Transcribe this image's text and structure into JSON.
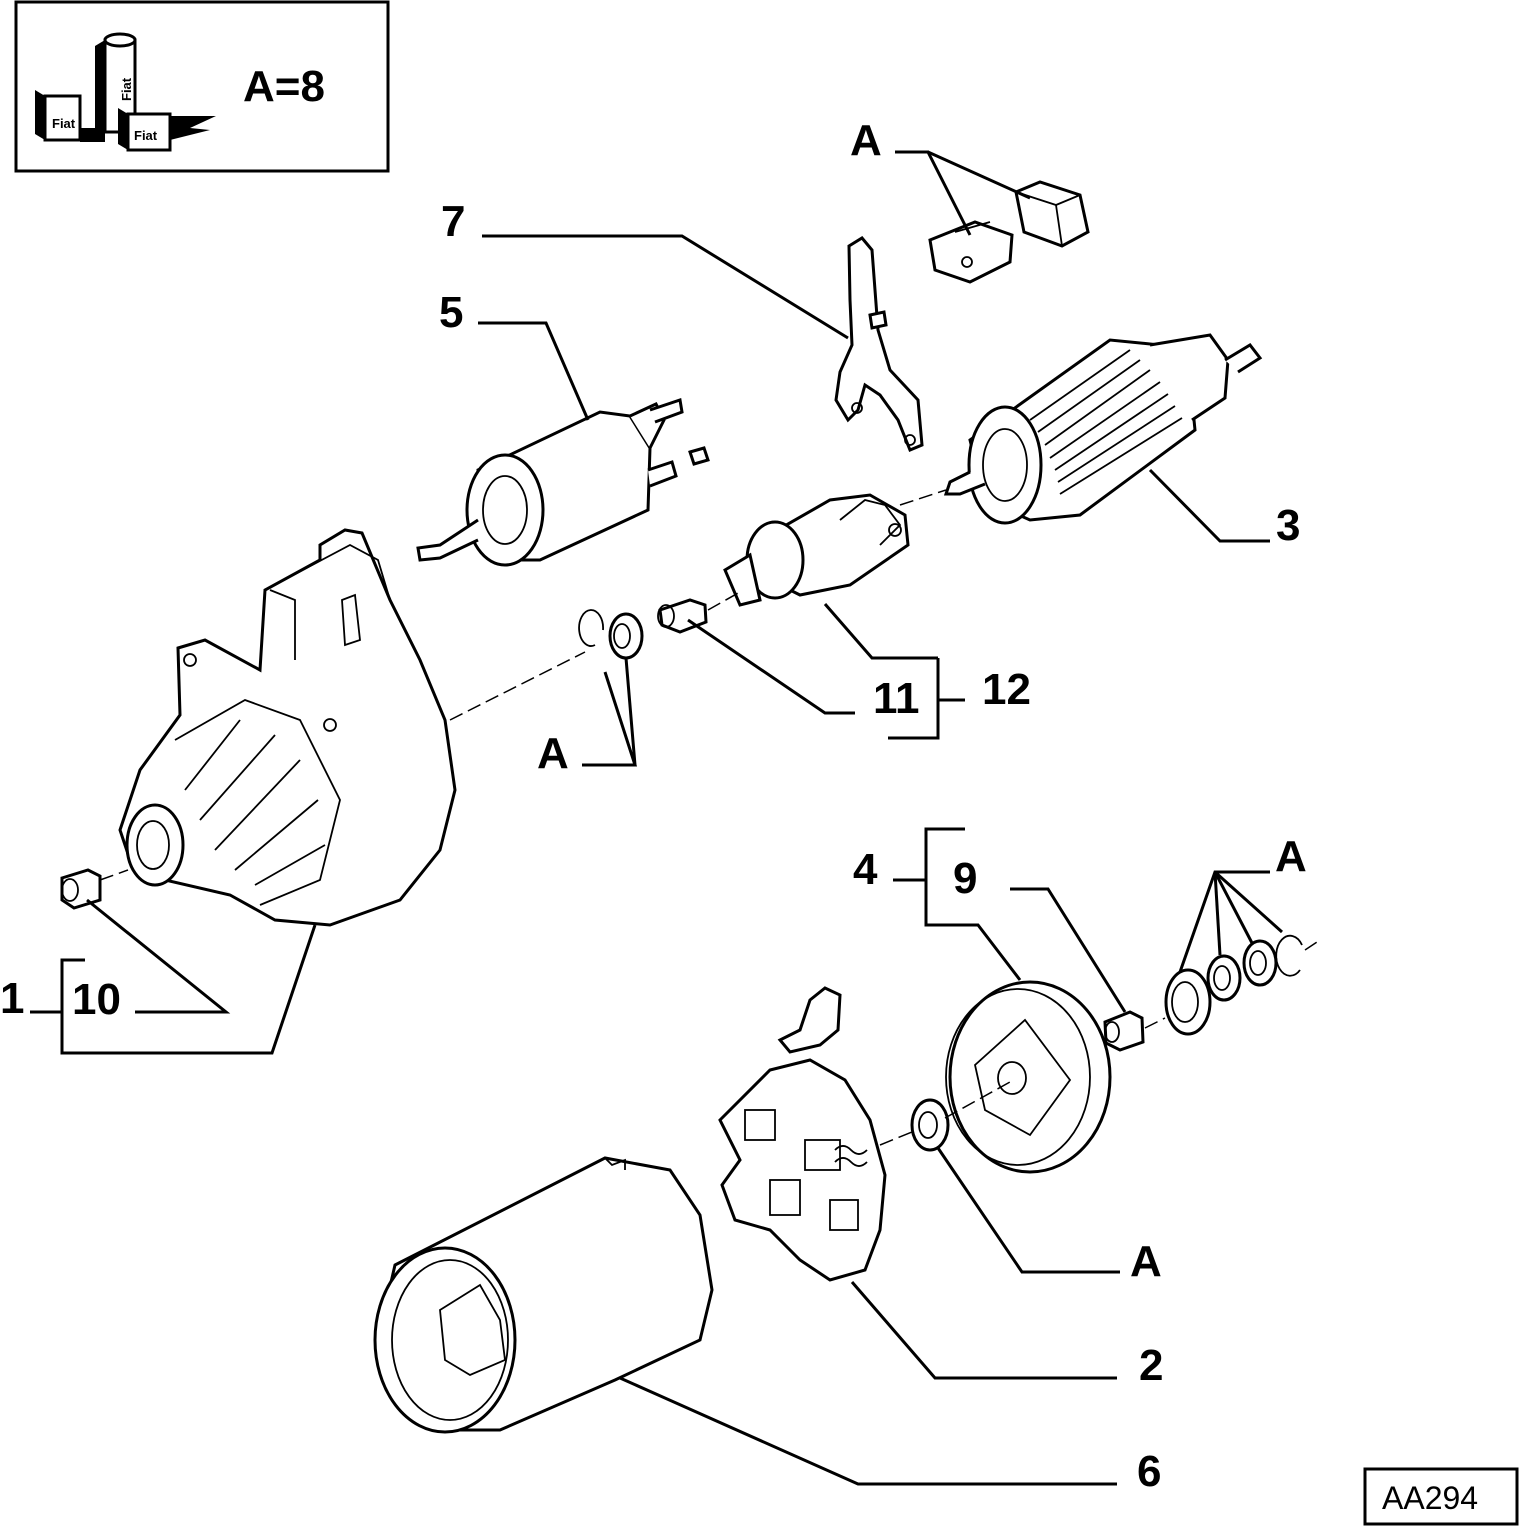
{
  "legend": {
    "formula": "A=8",
    "can_brand": "Fiat"
  },
  "callouts": {
    "a_top": "A",
    "a_mid": "A",
    "a_right": "A",
    "a_bottom": "A",
    "n1": "1",
    "n2": "2",
    "n3": "3",
    "n4": "4",
    "n5": "5",
    "n6": "6",
    "n7": "7",
    "n9": "9",
    "n10": "10",
    "n11": "11",
    "n12": "12"
  },
  "drawing_code": "AA294",
  "icons": [
    "lubricant-cans-icon"
  ]
}
